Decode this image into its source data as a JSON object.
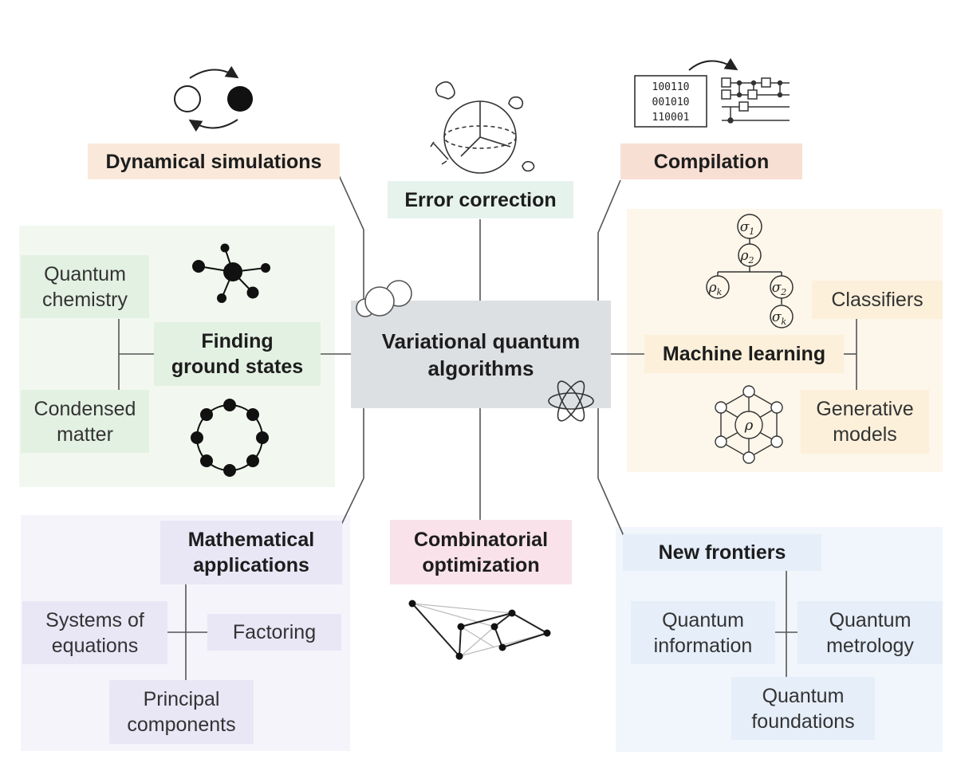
{
  "center": {
    "label_line1": "Variational quantum",
    "label_line2": "algorithms"
  },
  "dynamical": {
    "label": "Dynamical simulations"
  },
  "error": {
    "label": "Error correction"
  },
  "compilation": {
    "label": "Compilation",
    "bits": [
      "100110",
      "001010",
      "110001"
    ]
  },
  "ground": {
    "label_line1": "Finding",
    "label_line2": "ground states",
    "chemistry_line1": "Quantum",
    "chemistry_line2": "chemistry",
    "condensed_line1": "Condensed",
    "condensed_line2": "matter"
  },
  "ml": {
    "label": "Machine learning",
    "classifiers": "Classifiers",
    "generative_line1": "Generative",
    "generative_line2": "models",
    "tree": {
      "s1": "σ",
      "s1_sub": "1",
      "r2": "ρ",
      "r2_sub": "2",
      "rk": "ρ",
      "rk_sub": "k",
      "s2": "σ",
      "s2_sub": "2",
      "sk": "σ",
      "sk_sub": "k"
    },
    "hub_label": "ρ"
  },
  "math": {
    "label_line1": "Mathematical",
    "label_line2": "applications",
    "systems_line1": "Systems of",
    "systems_line2": "equations",
    "factoring": "Factoring",
    "principal_line1": "Principal",
    "principal_line2": "components"
  },
  "comb": {
    "label_line1": "Combinatorial",
    "label_line2": "optimization"
  },
  "frontiers": {
    "label": "New frontiers",
    "info_line1": "Quantum",
    "info_line2": "information",
    "metrology_line1": "Quantum",
    "metrology_line2": "metrology",
    "foundations_line1": "Quantum",
    "foundations_line2": "foundations"
  },
  "colors": {
    "center_bg": "#dde0e3",
    "peach": "#fae9da",
    "mint": "#e6f3ed",
    "salmon": "#f8dfd3",
    "green_region": "#f2f8ef",
    "green_box": "#e3f1e2",
    "yellow_region": "#fdf6ea",
    "yellow_box": "#fcf0da",
    "purple_region": "#f5f4fb",
    "purple_box": "#e9e6f6",
    "pink": "#f9e2ea",
    "blue_region": "#f1f6fc",
    "blue_box": "#e5eef9"
  }
}
